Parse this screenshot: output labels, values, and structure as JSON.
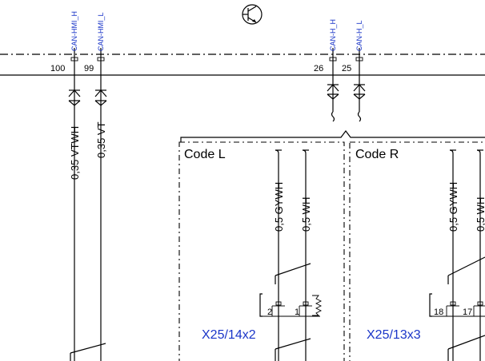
{
  "signals": {
    "can_hmi_h": "CAN-HMI_H",
    "can_hmi_l": "CAN-HMI_L",
    "can_h": "CAN-H_H",
    "can_l": "CAN-H_L"
  },
  "pins": {
    "p100": "100",
    "p99": "99",
    "p26": "26",
    "p25": "25",
    "p2": "2",
    "p1": "1",
    "p18": "18",
    "p17": "17"
  },
  "wires": {
    "w1": "0,35 VTWH",
    "w2": "0,35 VT",
    "w3": "0,5 GYWH",
    "w4": "0,5 WH",
    "w5": "0,5 GYWH",
    "w6": "0,5 WH"
  },
  "codes": {
    "left": "Code L",
    "right": "Code R"
  },
  "connectors": {
    "left": "X25/14x2",
    "right": "X25/13x3"
  },
  "colors": {
    "line": "#000000",
    "label_blue": "#1a35c8"
  },
  "icons": {
    "ground_symbol": "transistor-symbol-icon"
  }
}
